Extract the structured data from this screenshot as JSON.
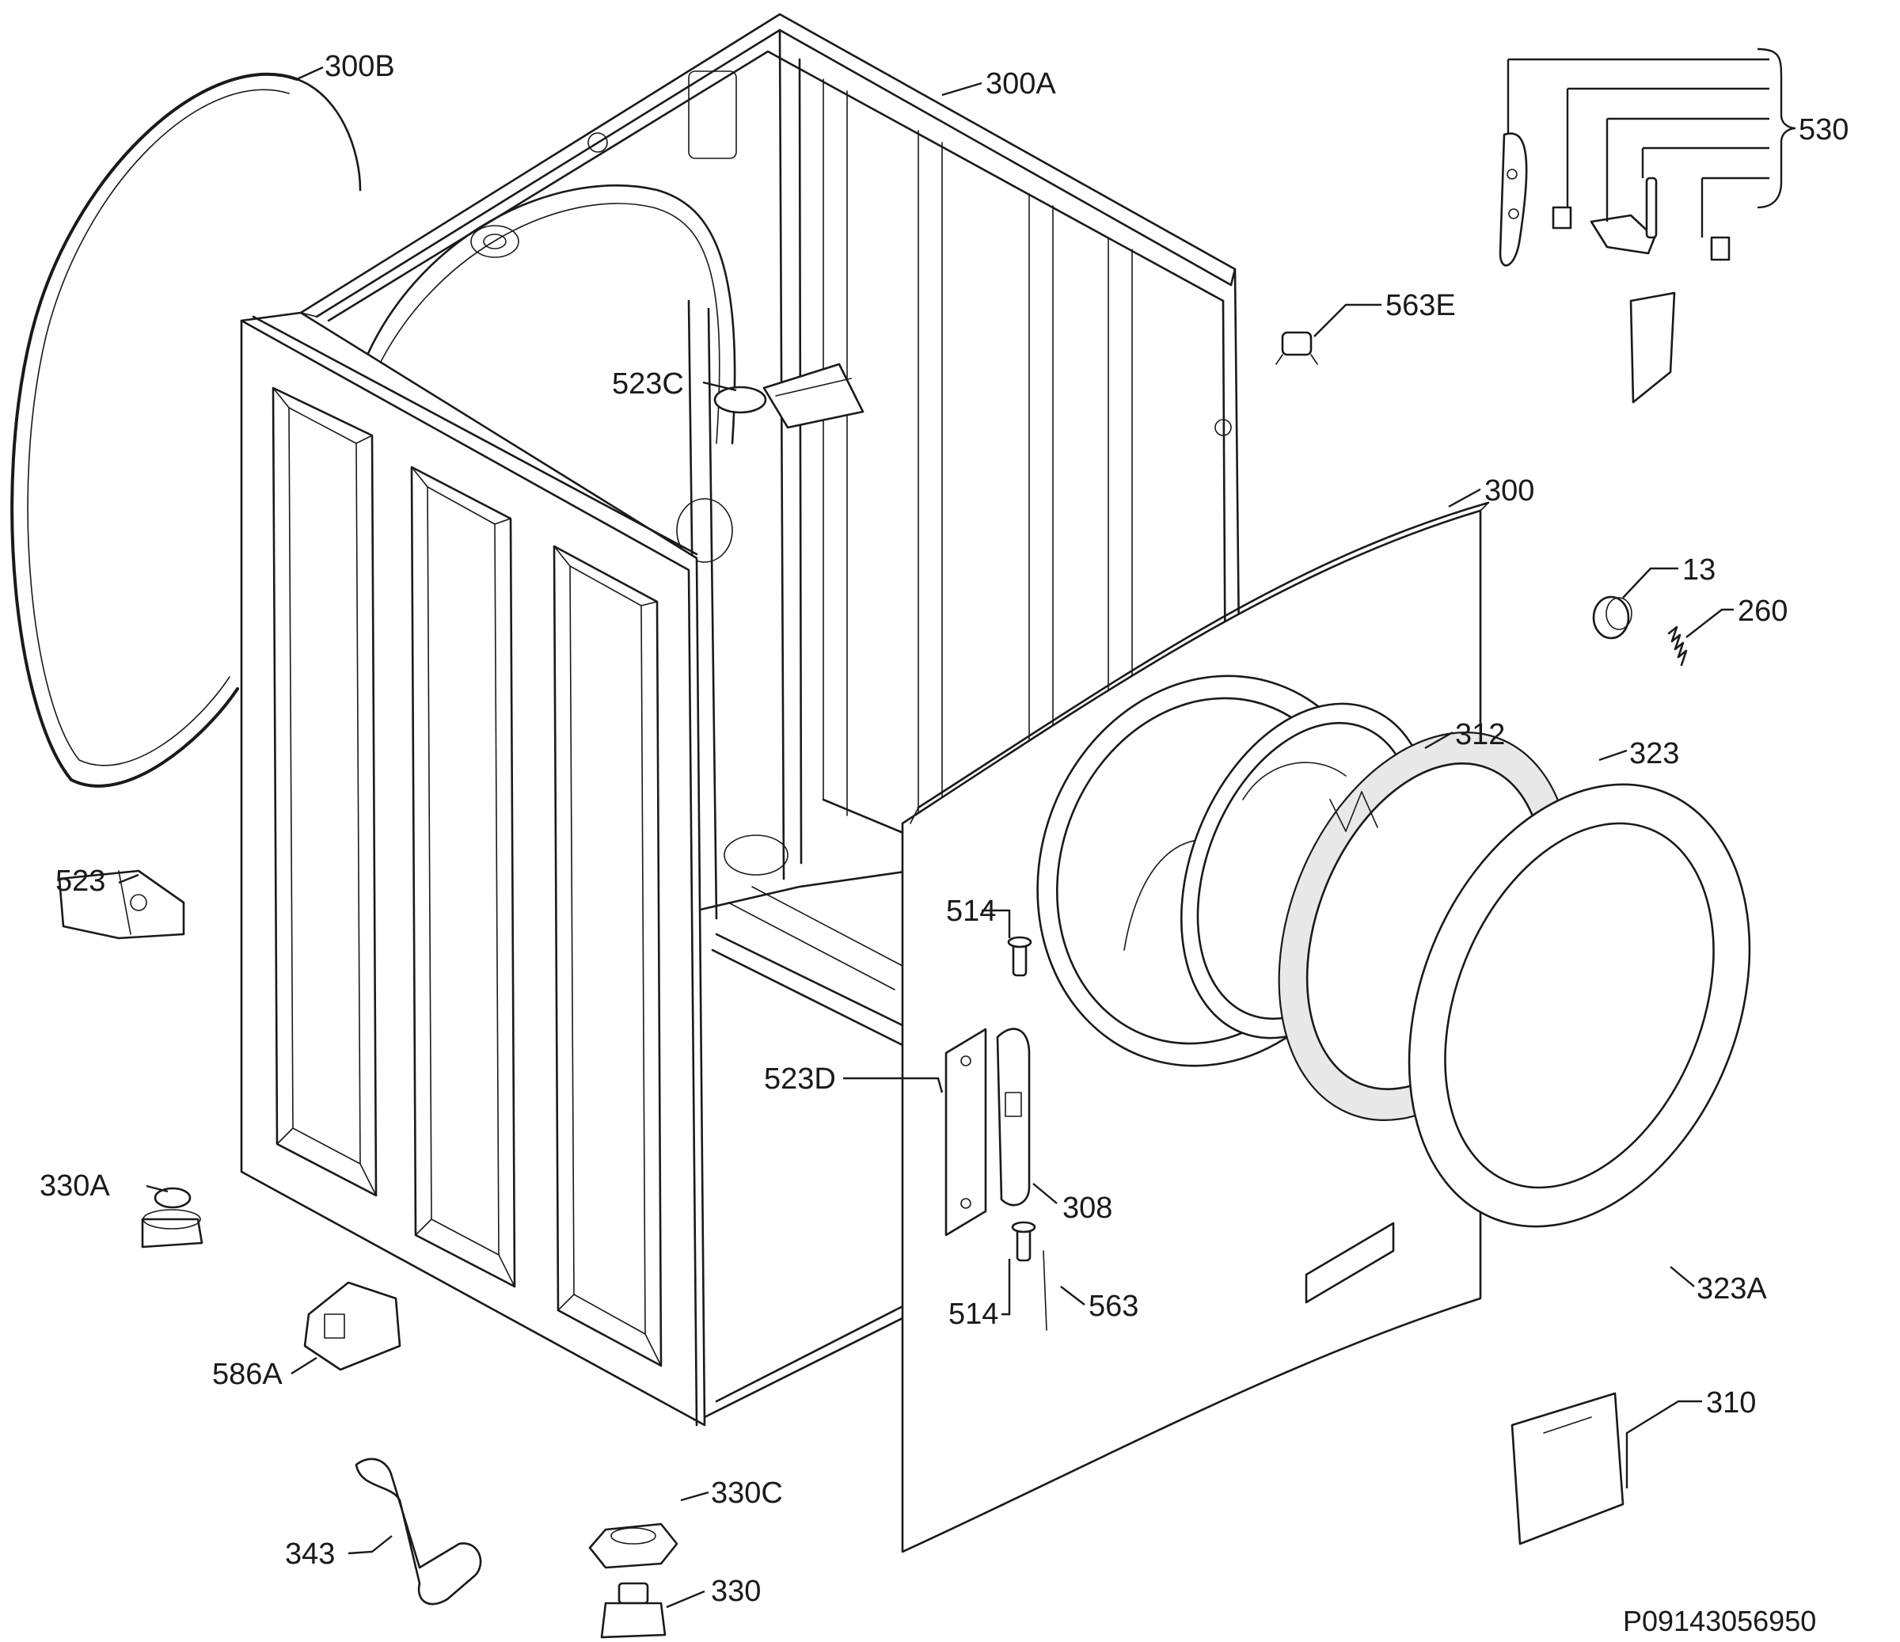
{
  "diagram": {
    "document_id": "P09143056950",
    "callouts": [
      {
        "id": "c-300B",
        "label": "300B"
      },
      {
        "id": "c-300A",
        "label": "300A"
      },
      {
        "id": "c-530",
        "label": "530"
      },
      {
        "id": "c-563E",
        "label": "563E"
      },
      {
        "id": "c-523C",
        "label": "523C"
      },
      {
        "id": "c-300",
        "label": "300"
      },
      {
        "id": "c-13",
        "label": "13"
      },
      {
        "id": "c-260",
        "label": "260"
      },
      {
        "id": "c-312",
        "label": "312"
      },
      {
        "id": "c-323",
        "label": "323"
      },
      {
        "id": "c-523",
        "label": "523"
      },
      {
        "id": "c-514a",
        "label": "514"
      },
      {
        "id": "c-523D",
        "label": "523D"
      },
      {
        "id": "c-308",
        "label": "308"
      },
      {
        "id": "c-330A",
        "label": "330A"
      },
      {
        "id": "c-514b",
        "label": "514"
      },
      {
        "id": "c-563",
        "label": "563"
      },
      {
        "id": "c-323A",
        "label": "323A"
      },
      {
        "id": "c-586A",
        "label": "586A"
      },
      {
        "id": "c-310",
        "label": "310"
      },
      {
        "id": "c-343",
        "label": "343"
      },
      {
        "id": "c-330C",
        "label": "330C"
      },
      {
        "id": "c-330",
        "label": "330"
      }
    ]
  }
}
